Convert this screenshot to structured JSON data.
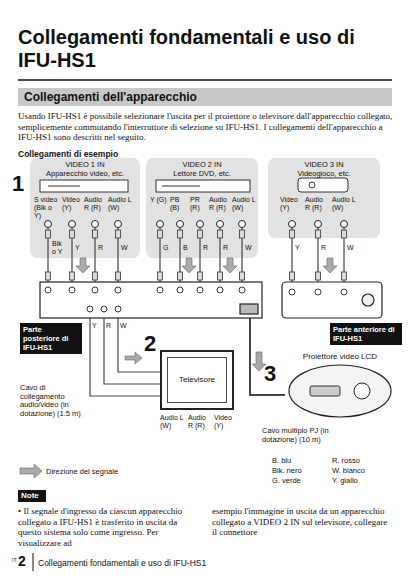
{
  "diagram": {
    "title": "Collegamenti fondamentali e uso di IFU-HS1",
    "nodes": [
      {
        "text": [
          "Collegamenti dell'apparecchio"
        ]
      },
      {
        "text": [
          "VIDEO 1 IN",
          "Apparecchio video, etc."
        ]
      },
      {
        "text": [
          "VIDEO 2 IN",
          "Lettore DVD, etc."
        ]
      },
      {
        "text": [
          "VIDEO 3 IN",
          "Videogioco, etc."
        ]
      },
      {
        "text": [
          "Parte posteriore di IFU-HS1"
        ]
      },
      {
        "text": [
          "Parte anteriore di IFU-HS1"
        ]
      },
      {
        "text": [
          "Televisore"
        ]
      },
      {
        "text": [
          "Proiettore video LCD"
        ]
      },
      {
        "text": [
          "Note"
        ]
      }
    ],
    "labels": [
      "1",
      "S video (Blk o Y)",
      "Video (Y)",
      "Audio R (R)",
      "Audio L (W)",
      "Y (G)",
      "PB (B)",
      "PR (R)",
      "Audio R (R)",
      "Audio L (W)",
      "Video (Y)",
      "Audio R (R)",
      "Audio L (W)",
      "Blk o Y",
      "Y",
      "R",
      "W",
      "G",
      "B",
      "R",
      "R",
      "W",
      "Y",
      "R",
      "W",
      "Y",
      "R",
      "W",
      "2",
      "Cavo di collegamento audio/video (in dotazione) (1.5 m)",
      "Audio L (W)",
      "Audio R (R)",
      "Video (Y)",
      "3",
      "Cavo multiplo PJ (in dotazione) (10 m)",
      "B. blu",
      "R. rosso",
      "Blk. nero",
      "W. bianco",
      "G. verde",
      "Y. giallo",
      "Direzione del segnale",
      "Collegamenti di esempio",
      "Usando IFU-HS1 è possibile selezionare l'uscita per il proiettore o televisore dall'apparecchio collegato, semplicemente commutando l'interruttore di selezione su IFU-HS1. I collegamenti dell'apparecchio a IFU-HS1 sono descritti nel seguito.",
      "• Il segnale d'ingresso da ciascun apparecchio collegato a IFU-HS1 è trasferito in uscita da questo sistema solo come ingresso. Per visualizzare ad",
      "esempio l'immagine in uscita da un apparecchio collegato a VIDEO 2 IN sul televisore, collegare il connettore",
      "IT",
      "2",
      "Collegamenti fondamentali e uso di IFU-HS1"
    ]
  }
}
